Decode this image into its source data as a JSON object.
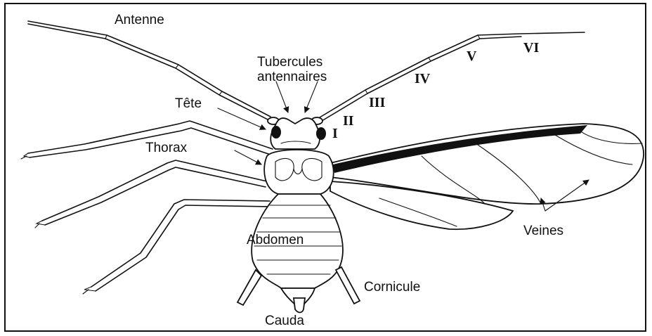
{
  "labels": {
    "antenne": "Antenne",
    "tubercules_line1": "Tubercules",
    "tubercules_line2": "antennaires",
    "tete": "Tête",
    "thorax": "Thorax",
    "abdomen": "Abdomen",
    "cornicule": "Cornicule",
    "cauda": "Cauda",
    "veines": "Veines"
  },
  "antenna_segments": [
    "I",
    "II",
    "III",
    "IV",
    "V",
    "VI"
  ],
  "colors": {
    "ink": "#111111",
    "background": "#ffffff"
  }
}
